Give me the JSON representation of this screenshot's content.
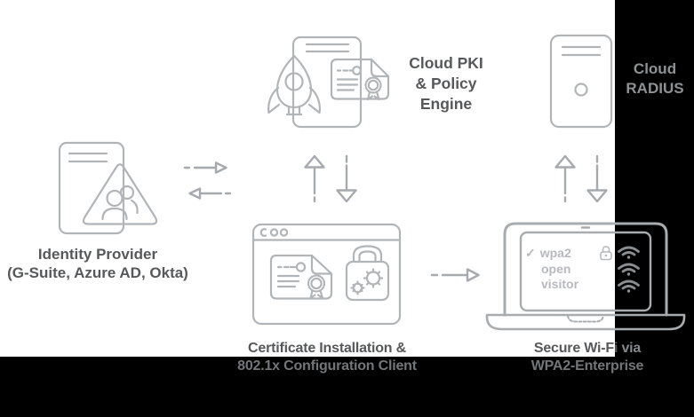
{
  "colors": {
    "background": "#000000",
    "panel": "#ffffff",
    "icon_stroke": "#b2b5b8",
    "arrow_stroke": "#a6a9ad",
    "label_dark": "#57585a",
    "label_on_black": "#737679",
    "radius_label": "#8f9294",
    "screen_text": "#b7b9bc",
    "wifi_icon": "#8b8e91"
  },
  "nodes": {
    "identity_provider": {
      "line1": "Identity Provider",
      "line2": "(G-Suite, Azure AD, Okta)"
    },
    "cloud_pki": {
      "line1": "Cloud PKI",
      "line2": "& Policy",
      "line3": "Engine"
    },
    "cloud_radius": {
      "line1": "Cloud",
      "line2": "RADIUS"
    },
    "config_client": {
      "line1": "Certificate Installation &",
      "line2": "802.1x Configuration Client"
    },
    "secure_wifi": {
      "line1_part1": "Secure Wi-Fi ",
      "line1_part2": "via",
      "line2": "WPA2-Enterprise"
    }
  },
  "laptop_screen": {
    "check": "✓",
    "item1": "wpa2",
    "item2": "open",
    "item3": "visitor"
  }
}
